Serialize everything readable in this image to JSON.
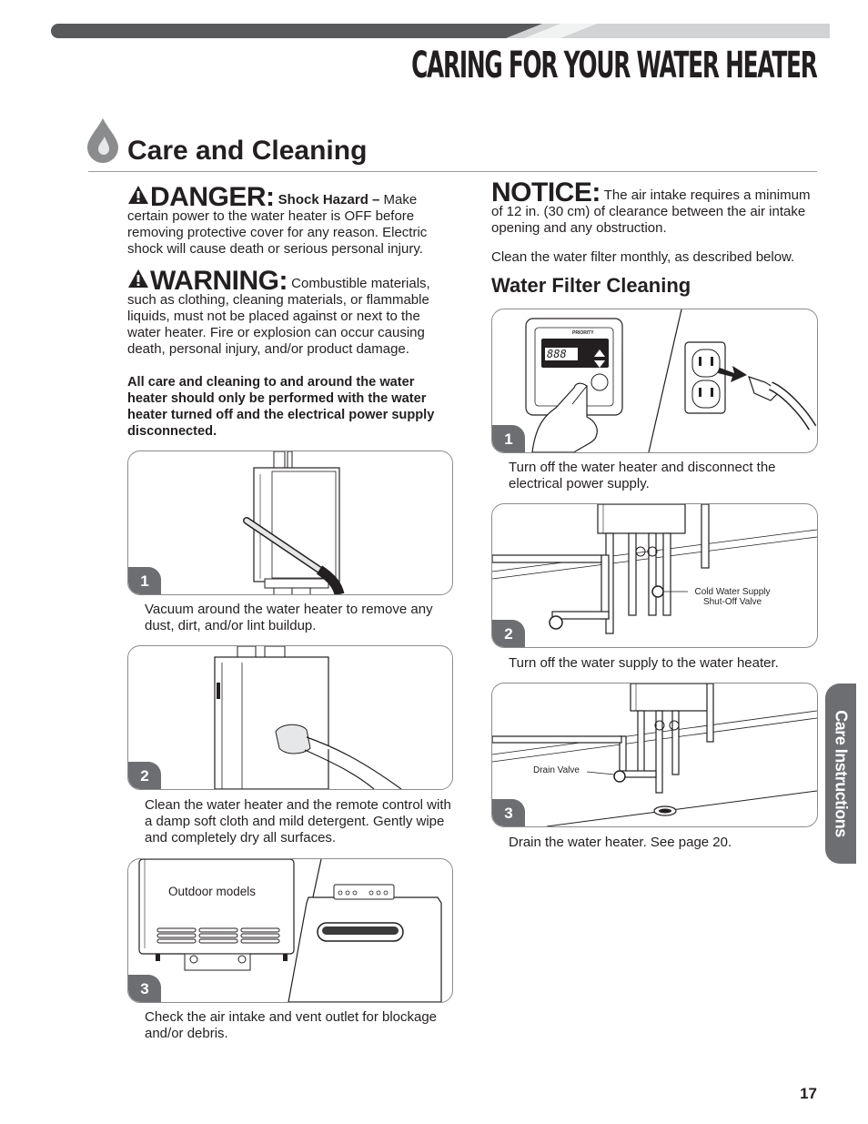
{
  "header": {
    "page_title": "CARING FOR YOUR WATER HEATER",
    "section_title": "Care and Cleaning"
  },
  "left": {
    "danger": {
      "word": "DANGER:",
      "lead": "Shock Hazard –",
      "text": " Make certain power to the water heater is OFF before removing protective cover for any reason. Electric shock will cause death or serious personal injury."
    },
    "warning": {
      "word": "WARNING:",
      "text": " Combustible materials, such as clothing, cleaning materials, or flammable liquids, must not be placed against or next to the water heater. Fire or explosion can occur causing death, personal injury, and/or product damage."
    },
    "bold_note": "All care and cleaning to and around the water heater should only be performed with the water heater turned off and the electrical power supply disconnected.",
    "steps": [
      {
        "number": "1",
        "caption": "Vacuum around the water heater to remove any dust, dirt, and/or lint buildup."
      },
      {
        "number": "2",
        "caption": "Clean the water heater and the remote control with a damp soft cloth and mild detergent. Gently wipe and completely dry all surfaces."
      },
      {
        "number": "3",
        "caption": "Check the air intake and vent outlet for blockage and/or debris.",
        "label": "Outdoor models"
      }
    ]
  },
  "right": {
    "notice": {
      "word": "NOTICE:",
      "text": " The air intake requires a minimum of 12 in. (30 cm) of clearance between the air intake opening and any obstruction."
    },
    "filter_note": "Clean the water filter monthly, as described below.",
    "subhead": "Water Filter Cleaning",
    "steps": [
      {
        "number": "1",
        "caption": "Turn off the water heater and disconnect the electrical power supply.",
        "display": "888",
        "brand": "PRIORITY"
      },
      {
        "number": "2",
        "caption": "Turn off the water supply to the water heater.",
        "label_line1": "Cold Water Supply",
        "label_line2": "Shut-Off Valve"
      },
      {
        "number": "3",
        "caption": "Drain the water heater. See page 20.",
        "label": "Drain Valve"
      }
    ]
  },
  "side_tab": "Care Instructions",
  "page_number": "17"
}
